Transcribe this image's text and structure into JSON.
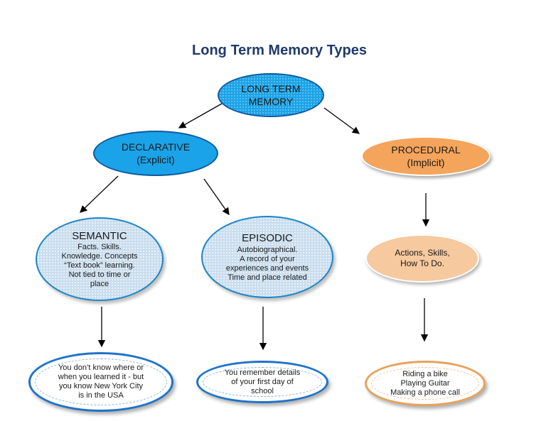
{
  "title": "Long Term Memory Types",
  "nodes": {
    "root": [
      "LONG TERM",
      "MEMORY"
    ],
    "declarative": [
      "DECLARATIVE",
      "(Explicit)"
    ],
    "procedural": [
      "PROCEDURAL",
      "(Implicit)"
    ],
    "semantic": {
      "heading": "SEMANTIC",
      "lines": [
        "Facts. Skills.",
        "Knowledge. Concepts",
        "“Text book” learning.",
        "Not tied to time or",
        "place"
      ]
    },
    "episodic": {
      "heading": "EPISODIC",
      "lines": [
        "Autobiographical.",
        "A record of your",
        "experiences and events",
        "Time and place related"
      ]
    },
    "actions": [
      "Actions, Skills,",
      "How To Do."
    ],
    "semantic_example": [
      "You don’t know where or",
      "when you learned it - but",
      "you know New York City",
      "is in the USA"
    ],
    "episodic_example": [
      "You remember details",
      "of your first day of",
      "school"
    ],
    "procedural_example": [
      "Riding a bike",
      "Playing Guitar",
      "Making a phone call"
    ]
  },
  "colors": {
    "title": "#1f3a6b",
    "blue": "#1aa3e8",
    "blue_light": "#c9ddee",
    "orange": "#f5a45b",
    "orange_light": "#f6c99f",
    "outline_blue": "#1f73c9",
    "outline_orange": "#e8a15a"
  }
}
